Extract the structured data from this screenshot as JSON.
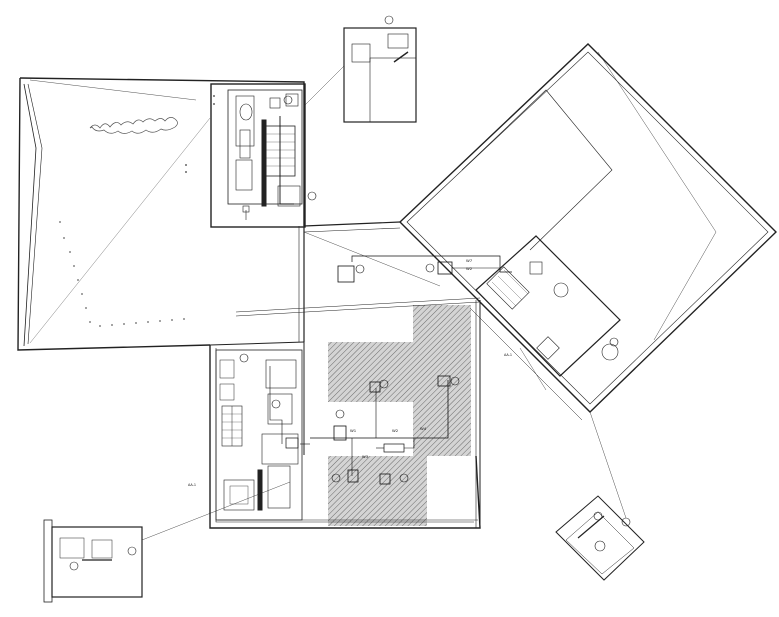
{
  "diagram": {
    "labels": {
      "main_a": "W7",
      "main_b": "W2",
      "lower_a": "W1",
      "lower_b": "W2",
      "lower_c": "W3",
      "lower_d": "W4",
      "left_tag": "AA-1",
      "right_tag": "AA-1"
    }
  }
}
